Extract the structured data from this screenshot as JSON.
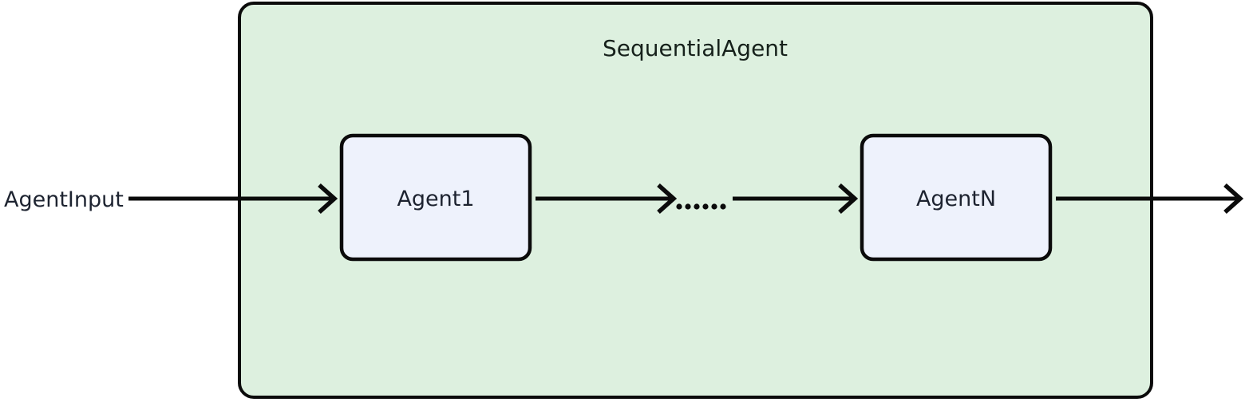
{
  "diagram": {
    "type": "flowchart",
    "orientation": "left-to-right",
    "title": "SequentialAgent",
    "background_color": "#ffffff",
    "container": {
      "label": "SequentialAgent",
      "fill_color": "#ddf0df",
      "border_color": "#0b0b0b"
    },
    "nodes": [
      {
        "id": "agent-input",
        "label": "AgentInput",
        "kind": "text-label",
        "inside_container": false
      },
      {
        "id": "agent-1",
        "label": "Agent1",
        "kind": "box",
        "fill_color": "#eef2fc",
        "border_color": "#0b0b0b",
        "inside_container": true
      },
      {
        "id": "ellipsis",
        "label": "......",
        "kind": "ellipsis",
        "dot_count": 6,
        "inside_container": true
      },
      {
        "id": "agent-n",
        "label": "AgentN",
        "kind": "box",
        "fill_color": "#eef2fc",
        "border_color": "#0b0b0b",
        "inside_container": true
      }
    ],
    "edges": [
      {
        "id": "edge-input-to-agent1",
        "from": "agent-input",
        "to": "agent-1",
        "label": "",
        "arrow": "open"
      },
      {
        "id": "edge-agent1-to-ellipsis",
        "from": "agent-1",
        "to": "ellipsis",
        "label": "",
        "arrow": "open"
      },
      {
        "id": "edge-ellipsis-to-agentn",
        "from": "ellipsis",
        "to": "agent-n",
        "label": "",
        "arrow": "open"
      },
      {
        "id": "edge-agentn-to-output",
        "from": "agent-n",
        "to": "output",
        "label": "",
        "arrow": "open"
      }
    ]
  }
}
